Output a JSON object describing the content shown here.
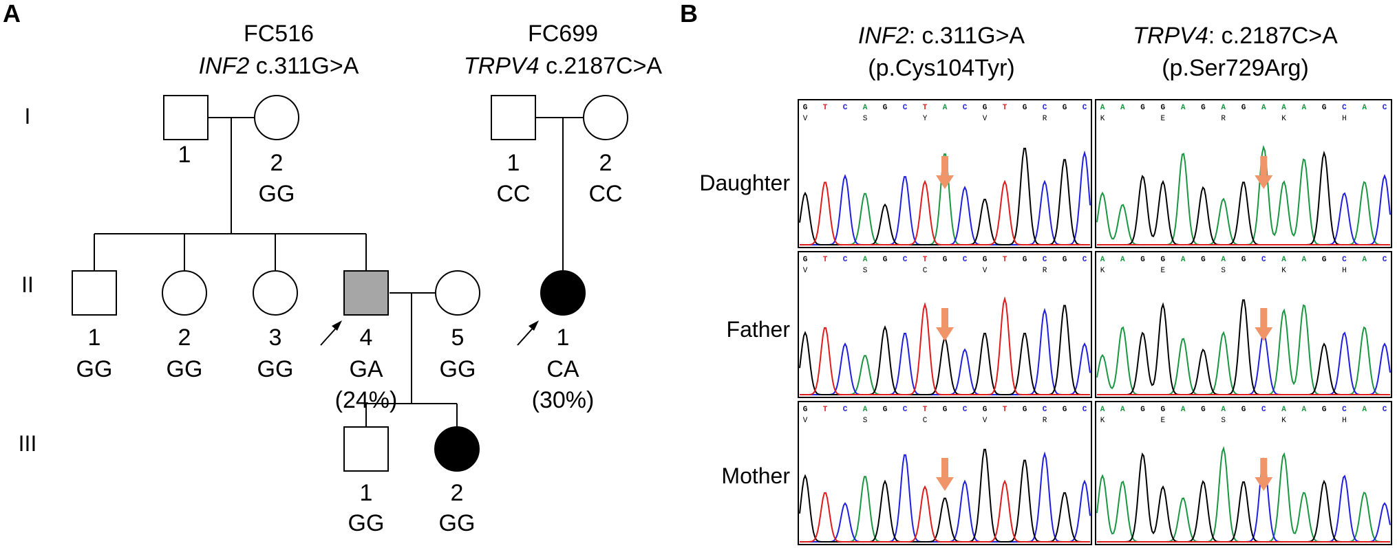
{
  "panels": {
    "a": "A",
    "b": "B"
  },
  "colors": {
    "A": "#1a9641",
    "C": "#1f1fe0",
    "G": "#000000",
    "T": "#e01b1b",
    "other": "#000000",
    "arrow": "#f0956a",
    "affected_partial": "#a6a6a6",
    "affected_full": "#000000"
  },
  "pedigree": {
    "generations": [
      "I",
      "II",
      "III"
    ],
    "families": [
      {
        "id": "FC516",
        "gene": "INF2",
        "variant": "c.311G>A"
      },
      {
        "id": "FC699",
        "gene": "TRPV4",
        "variant": "c.2187C>A"
      }
    ],
    "individuals": [
      {
        "key": "fc516-I-1",
        "number": "1",
        "genotype": ""
      },
      {
        "key": "fc516-I-2",
        "number": "2",
        "genotype": "GG"
      },
      {
        "key": "fc516-II-1",
        "number": "1",
        "genotype": "GG"
      },
      {
        "key": "fc516-II-2",
        "number": "2",
        "genotype": "GG"
      },
      {
        "key": "fc516-II-3",
        "number": "3",
        "genotype": "GG"
      },
      {
        "key": "fc516-II-4",
        "number": "4",
        "genotype": "GA",
        "fraction": "(24%)"
      },
      {
        "key": "fc516-II-5",
        "number": "5",
        "genotype": "GG"
      },
      {
        "key": "fc516-III-1",
        "number": "1",
        "genotype": "GG"
      },
      {
        "key": "fc516-III-2",
        "number": "2",
        "genotype": "GG"
      },
      {
        "key": "fc699-I-1",
        "number": "1",
        "genotype": "CC"
      },
      {
        "key": "fc699-I-2",
        "number": "2",
        "genotype": "CC"
      },
      {
        "key": "fc699-II-1",
        "number": "1",
        "genotype": "CA",
        "fraction": "(30%)"
      }
    ]
  },
  "chromatograms": {
    "columns": [
      {
        "gene": "INF2",
        "variant": ": c.311G>A",
        "protein": "(p.Cys104Tyr)"
      },
      {
        "gene": "TRPV4",
        "variant": ": c.2187C>A",
        "protein": "(p.Ser729Arg)"
      }
    ],
    "rows": [
      {
        "label": "Daughter",
        "traces": [
          {
            "bases": "GTCAGCTACGTGCGC",
            "aa": [
              "V",
              "",
              "",
              "S",
              "",
              "",
              "Y",
              "",
              "",
              "V",
              "",
              "",
              "R",
              "",
              ""
            ]
          },
          {
            "bases": "AAGGAGAGAAAGCAC",
            "aa": [
              "K",
              "",
              "",
              "E",
              "",
              "",
              "R",
              "",
              "",
              "K",
              "",
              "",
              "H",
              "",
              ""
            ]
          }
        ]
      },
      {
        "label": "Father",
        "traces": [
          {
            "bases": "GTCAGCTGCGTGCGC",
            "aa": [
              "V",
              "",
              "",
              "S",
              "",
              "",
              "C",
              "",
              "",
              "V",
              "",
              "",
              "R",
              "",
              ""
            ]
          },
          {
            "bases": "AAGGAGAGCAAGCAC",
            "aa": [
              "K",
              "",
              "",
              "E",
              "",
              "",
              "S",
              "",
              "",
              "K",
              "",
              "",
              "H",
              "",
              ""
            ]
          }
        ]
      },
      {
        "label": "Mother",
        "traces": [
          {
            "bases": "GTCAGCTGCGTGCGC",
            "aa": [
              "V",
              "",
              "",
              "S",
              "",
              "",
              "C",
              "",
              "",
              "V",
              "",
              "",
              "R",
              "",
              ""
            ]
          },
          {
            "bases": "AAGGAGAGCAAGCAC",
            "aa": [
              "K",
              "",
              "",
              "E",
              "",
              "",
              "S",
              "",
              "",
              "K",
              "",
              "",
              "H",
              "",
              ""
            ]
          }
        ]
      }
    ]
  }
}
